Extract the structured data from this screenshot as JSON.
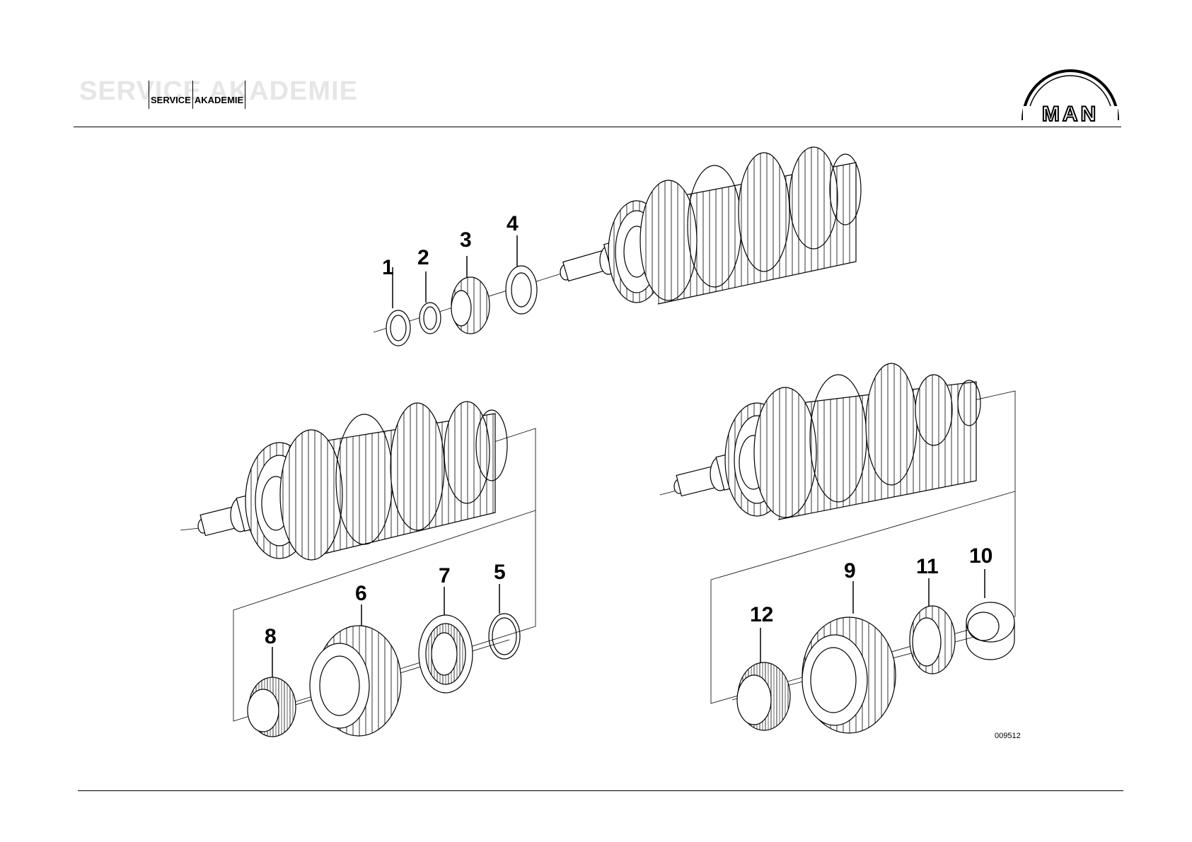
{
  "header": {
    "watermark": "SERVICE AKADEMIE",
    "box_left": "SERVICE",
    "box_right": "AKADEMIE"
  },
  "logo": {
    "text": "MAN"
  },
  "callouts": [
    "1",
    "2",
    "3",
    "4",
    "5",
    "6",
    "7",
    "8",
    "9",
    "10",
    "11",
    "12"
  ],
  "drawing_number": "009512"
}
